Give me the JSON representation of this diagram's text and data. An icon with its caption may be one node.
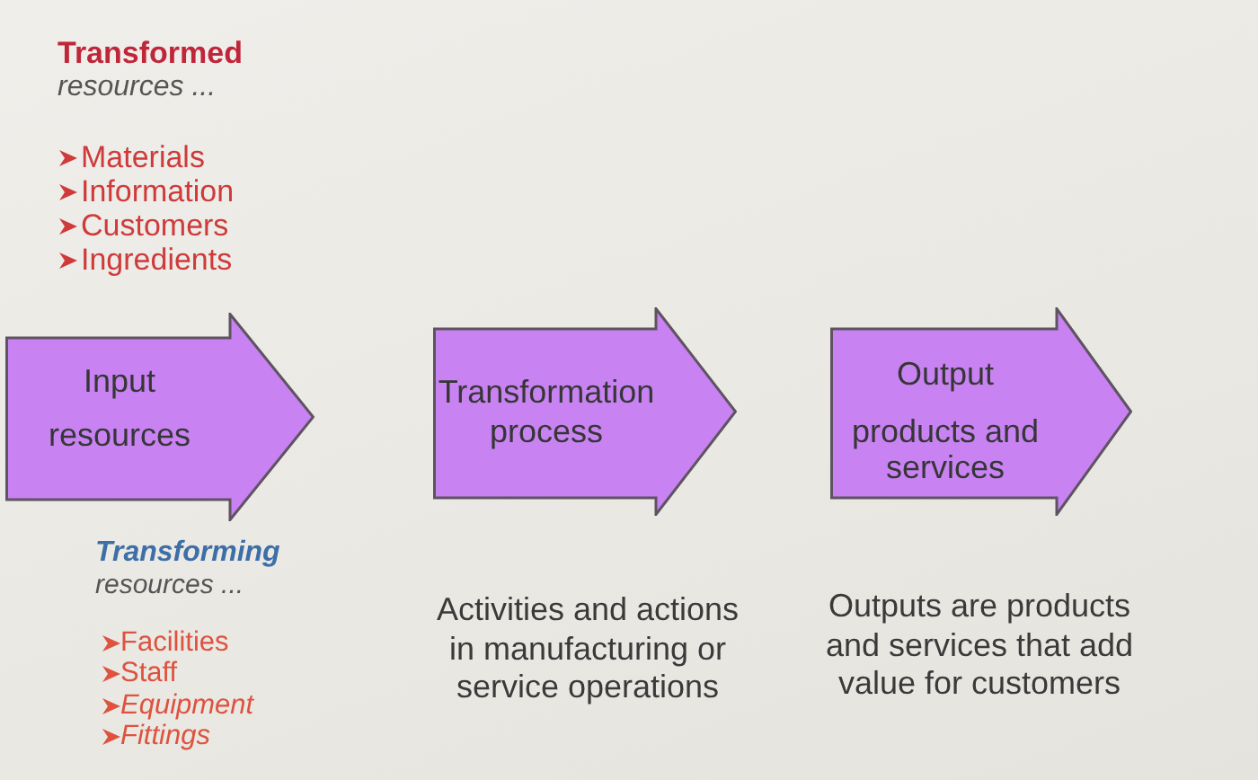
{
  "diagram": {
    "nodes": [
      {
        "text": [
          "Input",
          "resources"
        ]
      },
      {
        "text": [
          "Transformation process"
        ],
        "beside": [
          "Activities and actions in manufacturing or service operations"
        ]
      },
      {
        "text": [
          "Output",
          "products and services"
        ],
        "beside": [
          "Outputs are products and services that add value for customers"
        ]
      }
    ],
    "labels": [
      "Transformed",
      "resources ...",
      "Materials",
      "Information",
      "Customers",
      "Ingredients",
      "Transforming",
      "resources ...",
      "Facilities",
      "Staff",
      "Equipment",
      "Fittings"
    ]
  }
}
